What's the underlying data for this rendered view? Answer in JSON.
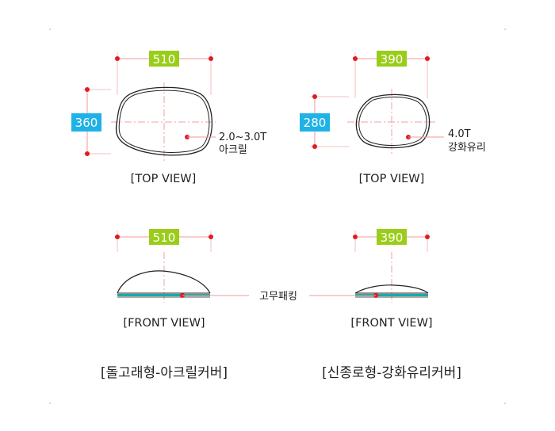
{
  "colors": {
    "width_badge": "#9ACD1A",
    "height_badge": "#1FB2E6",
    "dimension_line": "#F29A9A",
    "center_line": "#F2A0A0",
    "marker": "#E01B24",
    "outline": "#222222",
    "gasket": "#1AA8A8"
  },
  "left": {
    "top_width": "510",
    "top_height": "360",
    "material_thickness": "2.0~3.0T",
    "material": "아크릴",
    "top_view_label": "[TOP VIEW]",
    "front_width": "510",
    "front_view_label": "[FRONT VIEW]",
    "caption": "[돌고래형-아크릴커버]"
  },
  "right": {
    "top_width": "390",
    "top_height": "280",
    "material_thickness": "4.0T",
    "material": "강화유리",
    "top_view_label": "[TOP VIEW]",
    "front_width": "390",
    "front_view_label": "[FRONT VIEW]",
    "caption": "[신종로형-강화유리커버]"
  },
  "gasket_label": "고무패킹"
}
